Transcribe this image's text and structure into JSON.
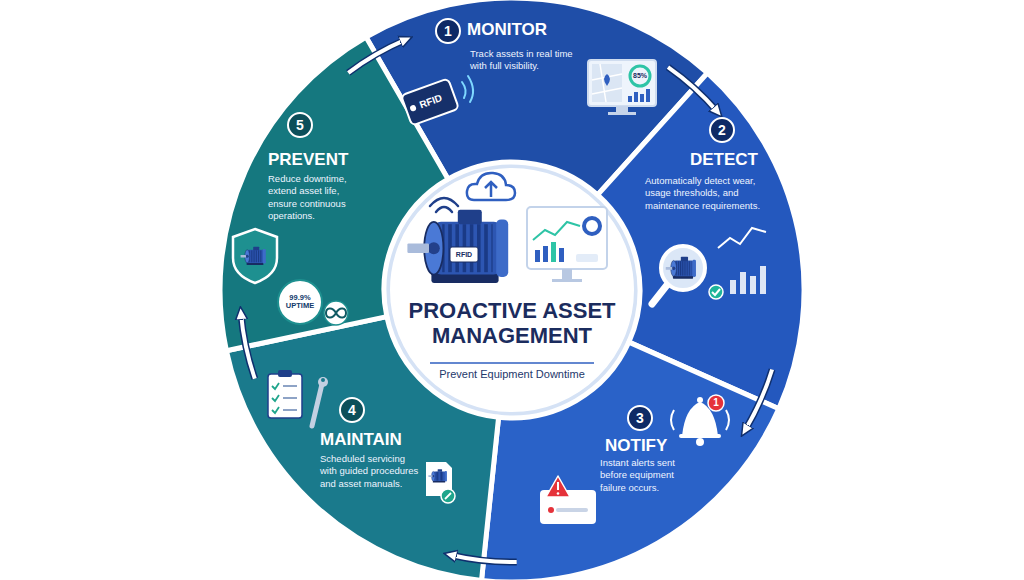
{
  "diagram": {
    "nodes": [
      {
        "text": [
          "PROACTIVE ASSET MANAGEMENT",
          "Prevent Equipment Downtime"
        ]
      },
      {
        "text": [
          "MONITOR",
          "Track assets in real time with full visibility."
        ]
      },
      {
        "text": [
          "1"
        ],
        "in": 1
      },
      {
        "text": [
          "DETECT",
          "Automatically detect wear, usage thresholds, and maintenance requirements."
        ]
      },
      {
        "text": [
          "2"
        ],
        "in": 3
      },
      {
        "text": [
          "NOTIFY",
          "Instant alerts sent before equipment failure occurs."
        ]
      },
      {
        "text": [
          "3"
        ],
        "in": 5
      },
      {
        "text": [
          "MAINTAIN",
          "Scheduled servicing with guided procedures and asset manuals."
        ]
      },
      {
        "text": [
          "4"
        ],
        "in": 7
      },
      {
        "text": [
          "PREVENT",
          "Reduce downtime, extend asset life, ensure continuous operations."
        ]
      },
      {
        "text": [
          "5"
        ],
        "in": 9
      }
    ],
    "edges": [
      {
        "from": 1,
        "to": 3,
        "arrow": "to"
      },
      {
        "from": 3,
        "to": 5,
        "arrow": "to"
      },
      {
        "from": 5,
        "to": 7,
        "arrow": "to"
      },
      {
        "from": 7,
        "to": 9,
        "arrow": "to"
      },
      {
        "from": 9,
        "to": 1,
        "arrow": "to"
      }
    ],
    "labels": [
      "RFID",
      "85%",
      "RFID",
      "1",
      "99.9% UPTIME"
    ]
  }
}
